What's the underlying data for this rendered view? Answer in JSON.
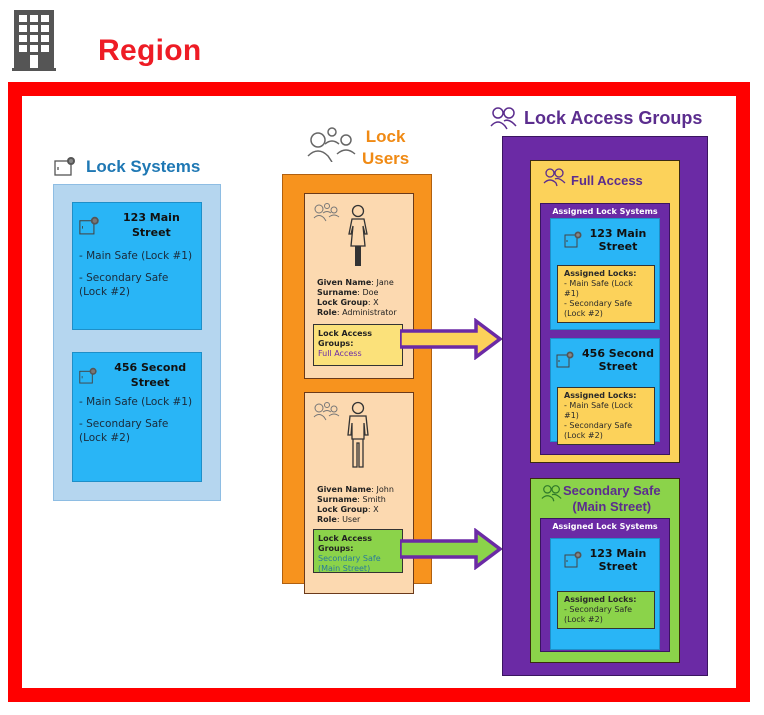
{
  "header": {
    "title": "Region",
    "icon": "building-icon",
    "accent_color": "#ee1c25"
  },
  "lock_systems": {
    "title": "Lock Systems",
    "icon": "safe-icon",
    "color": "#1f78b4",
    "systems": [
      {
        "name": "123 Main Street",
        "locks": [
          "- Main Safe (Lock #1)",
          "- Secondary Safe (Lock #2)"
        ]
      },
      {
        "name": "456 Second Street",
        "locks": [
          "- Main Safe (Lock #1)",
          "- Secondary Safe (Lock #2)"
        ]
      }
    ]
  },
  "lock_users": {
    "title_line1": "Lock",
    "title_line2": "Users",
    "icon": "users-icon",
    "color": "#f08a14",
    "users": [
      {
        "icon": "female-user-icon",
        "given_name_label": "Given Name",
        "given_name": ": Jane",
        "surname_label": "Surname",
        "surname": ": Doe",
        "lock_group_label": "Lock Group",
        "lock_group": ": X",
        "role_label": "Role",
        "role": ": Administrator",
        "access_groups_label": "Lock Access Groups:",
        "access_groups": "Full Access"
      },
      {
        "icon": "male-user-icon",
        "given_name_label": "Given Name",
        "given_name": ": John",
        "surname_label": "Surname",
        "surname": ": Smith",
        "lock_group_label": "Lock Group",
        "lock_group": ": X",
        "role_label": "Role",
        "role": ": User",
        "access_groups_label": "Lock Access Groups:",
        "access_groups_line1": "Secondary Safe",
        "access_groups_line2": "(Main Street)"
      }
    ]
  },
  "lock_access_groups": {
    "title": "Lock Access Groups",
    "icon": "group-icon",
    "color": "#5b2d8e",
    "groups": [
      {
        "title": "Full Access",
        "assigned_title": "Assigned Lock Systems",
        "systems": [
          {
            "name_line1": "123 Main",
            "name_line2": "Street",
            "assigned_label": "Assigned Locks:",
            "locks": [
              "- Main Safe (Lock #1)",
              "- Secondary Safe",
              "(Lock #2)"
            ]
          },
          {
            "name_line1": "456 Second",
            "name_line2": "Street",
            "assigned_label": "Assigned Locks:",
            "locks": [
              "- Main Safe (Lock #1)",
              "- Secondary Safe",
              "(Lock #2)"
            ]
          }
        ]
      },
      {
        "title_line1": "Secondary Safe",
        "title_line2": "(Main Street)",
        "assigned_title": "Assigned Lock Systems",
        "systems": [
          {
            "name_line1": "123 Main",
            "name_line2": "Street",
            "assigned_label": "Assigned Locks:",
            "locks": [
              "- Secondary Safe",
              "(Lock #2)"
            ]
          }
        ]
      }
    ]
  },
  "colors": {
    "region_border": "#ff0000",
    "lock_system_bg": "#b5d6ef",
    "lock_card": "#29b5f6",
    "user_outer": "#f7931e",
    "user_card": "#fcd9b0",
    "purple": "#6b2aa5",
    "yellow": "#fcd25a",
    "green": "#8bd34a"
  }
}
